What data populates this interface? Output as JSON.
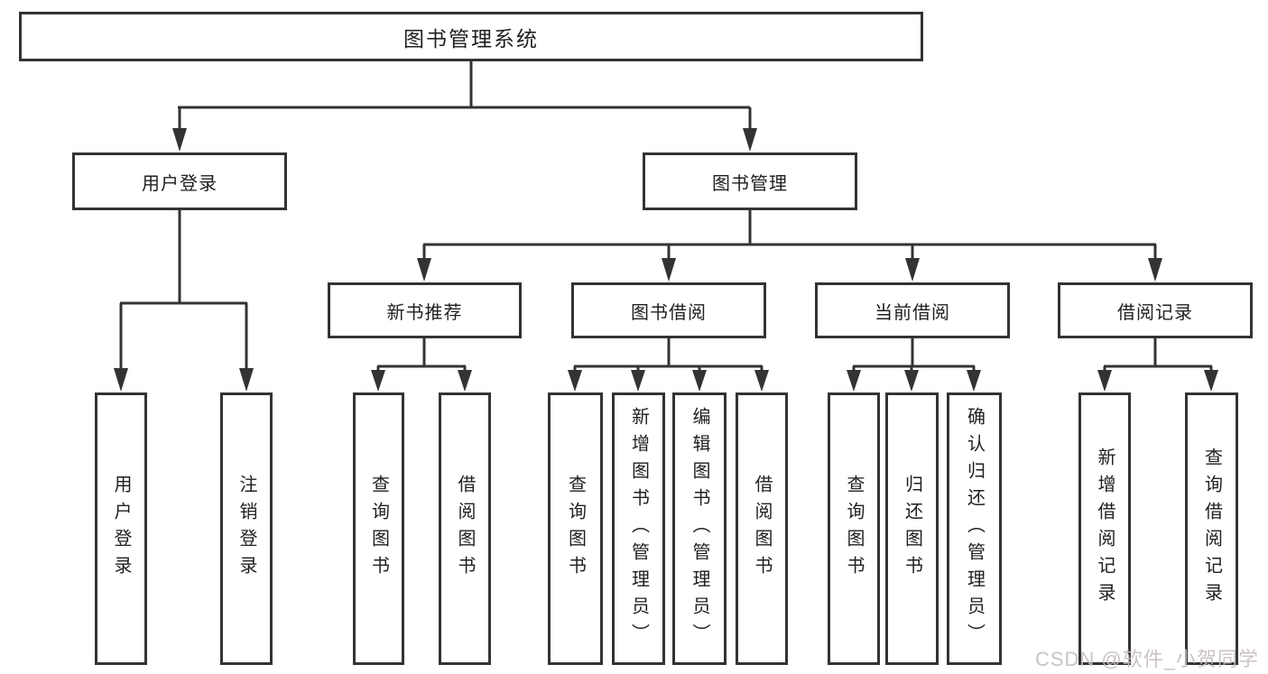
{
  "colors": {
    "line": "#333333",
    "text": "#1f1f1f",
    "box_bg": "#ffffff",
    "watermark": "#c7bebe"
  },
  "root": {
    "label": "图书管理系统"
  },
  "level2": {
    "user": {
      "label": "用户登录"
    },
    "manage": {
      "label": "图书管理"
    }
  },
  "level3": {
    "newbook": {
      "label": "新书推荐"
    },
    "borrow": {
      "label": "图书借阅"
    },
    "current": {
      "label": "当前借阅"
    },
    "records": {
      "label": "借阅记录"
    }
  },
  "leaves": {
    "user": [
      "用户登录",
      "注销登录"
    ],
    "newbook": [
      "查询图书",
      "借阅图书"
    ],
    "borrow": [
      "查询图书",
      "新增图书（管理员）",
      "编辑图书（管理员）",
      "借阅图书"
    ],
    "current": [
      "查询图书",
      "归还图书",
      "确认归还（管理员）"
    ],
    "records": [
      "新增借阅记录",
      "查询借阅记录"
    ]
  },
  "watermark": {
    "text": "CSDN @软件_小贺同学"
  }
}
